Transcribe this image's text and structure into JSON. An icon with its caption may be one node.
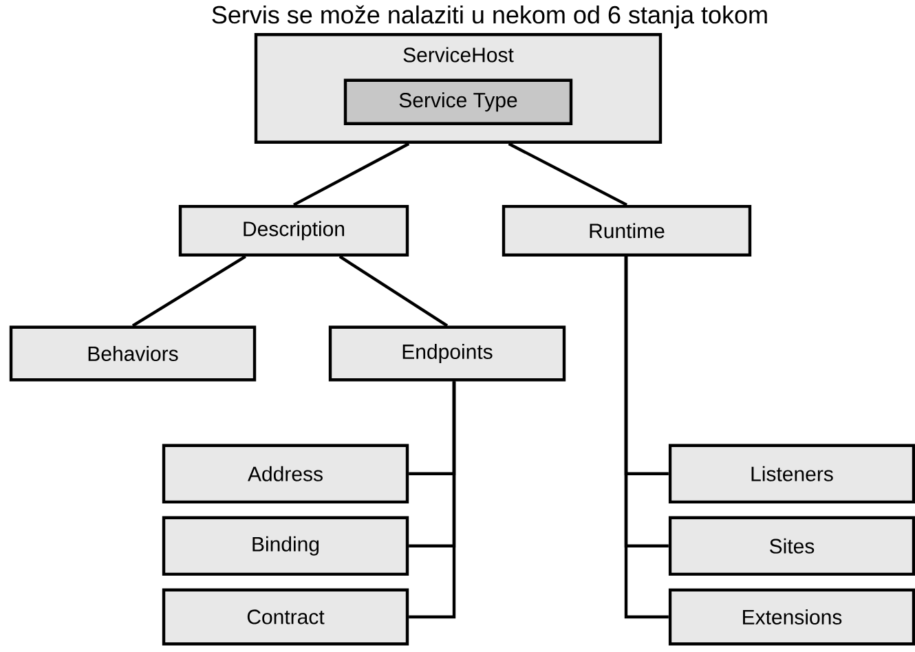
{
  "diagram": {
    "nodes": [
      {
        "text": [
          "ServiceHost"
        ]
      },
      {
        "text": [
          "Service Type"
        ],
        "in": 0
      },
      {
        "text": [
          "Description"
        ]
      },
      {
        "text": [
          "Runtime"
        ]
      },
      {
        "text": [
          "Behaviors"
        ]
      },
      {
        "text": [
          "Endpoints"
        ]
      },
      {
        "text": [
          "Address"
        ]
      },
      {
        "text": [
          "Binding"
        ]
      },
      {
        "text": [
          "Contract"
        ]
      },
      {
        "text": [
          "Listeners"
        ]
      },
      {
        "text": [
          "Sites"
        ]
      },
      {
        "text": [
          "Extensions"
        ]
      }
    ],
    "edges": [
      {
        "from": 0,
        "to": 2,
        "arrow": "none"
      },
      {
        "from": 0,
        "to": 3,
        "arrow": "none"
      },
      {
        "from": 2,
        "to": 4,
        "arrow": "none"
      },
      {
        "from": 2,
        "to": 5,
        "arrow": "none"
      },
      {
        "from": 5,
        "to": 6,
        "arrow": "none"
      },
      {
        "from": 5,
        "to": 7,
        "arrow": "none"
      },
      {
        "from": 5,
        "to": 8,
        "arrow": "none"
      },
      {
        "from": 3,
        "to": 9,
        "arrow": "none"
      },
      {
        "from": 3,
        "to": 10,
        "arrow": "none"
      },
      {
        "from": 3,
        "to": 11,
        "arrow": "none"
      }
    ],
    "labels": [
      "Servis se može nalaziti u nekom od 6 stanja tokom"
    ]
  }
}
